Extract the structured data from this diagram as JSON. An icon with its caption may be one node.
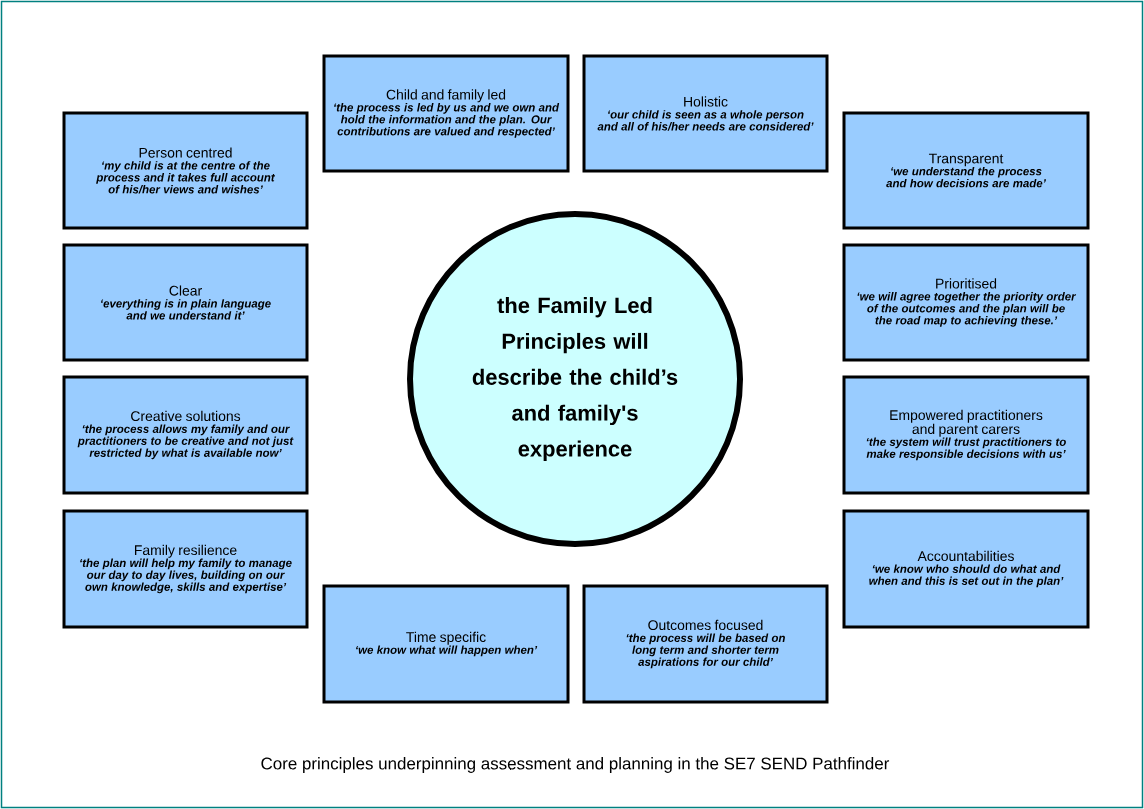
{
  "diagram": {
    "caption": "Core principles underpinning assessment and planning in the SE7 SEND Pathfinder",
    "nodes": [
      {
        "text": [
          "Child and family led",
          "‘the process is led by us and we own and hold the information and the plan. Our contributions are valued and respected’"
        ]
      },
      {
        "text": [
          "Holistic",
          "‘our child is seen as a whole person and all of his/her needs are considered’"
        ]
      },
      {
        "text": [
          "Person centred",
          "‘my child is at the centre of the process and it takes full account of his/her views and wishes’"
        ]
      },
      {
        "text": [
          "Transparent",
          "‘we understand the process and how decisions are made’"
        ]
      },
      {
        "text": [
          "the Family Led Principles will describe the child’s and family's experience"
        ]
      },
      {
        "text": [
          "Clear",
          "‘everything is in plain language and we understand it’"
        ]
      },
      {
        "text": [
          "Prioritised",
          "‘we will agree together the priority order of the outcomes and the plan will be the road map to achieving these.’"
        ]
      },
      {
        "text": [
          "Creative solutions",
          "‘the process allows my family and our practitioners to be creative and not just restricted by what is available now’"
        ]
      },
      {
        "text": [
          "Empowered practitioners and parent carers",
          "‘the system will trust practitioners to make responsible decisions with us’"
        ]
      },
      {
        "text": [
          "Family resilience",
          "‘the plan will help my family to manage our day to day lives, building on our own knowledge, skills and expertise’"
        ]
      },
      {
        "text": [
          "Accountabilities",
          "‘we know who should do what and when and this is set out in the plan’"
        ]
      },
      {
        "text": [
          "Time specific",
          "‘we know what will happen when’"
        ]
      },
      {
        "text": [
          "Outcomes focused",
          "‘the process will be based on long term and shorter term aspirations for our child’"
        ]
      }
    ]
  }
}
